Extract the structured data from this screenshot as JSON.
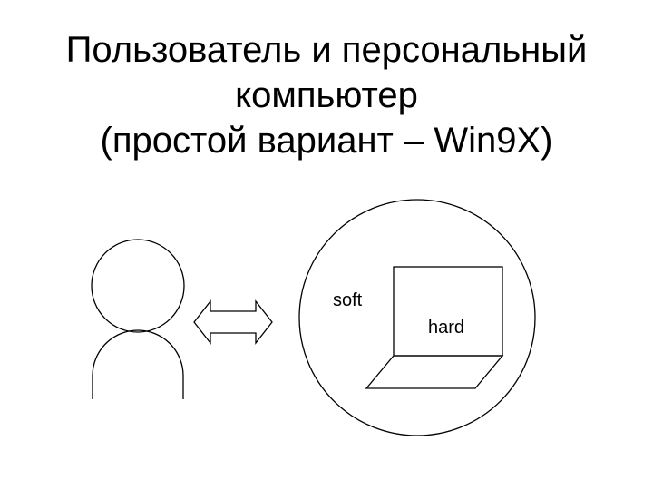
{
  "title": {
    "line1": "Пользователь и персональный",
    "line2": "компьютер",
    "line3": "(простой вариант – Win9X)"
  },
  "diagram": {
    "software_label": "soft",
    "hardware_label": "hard"
  }
}
